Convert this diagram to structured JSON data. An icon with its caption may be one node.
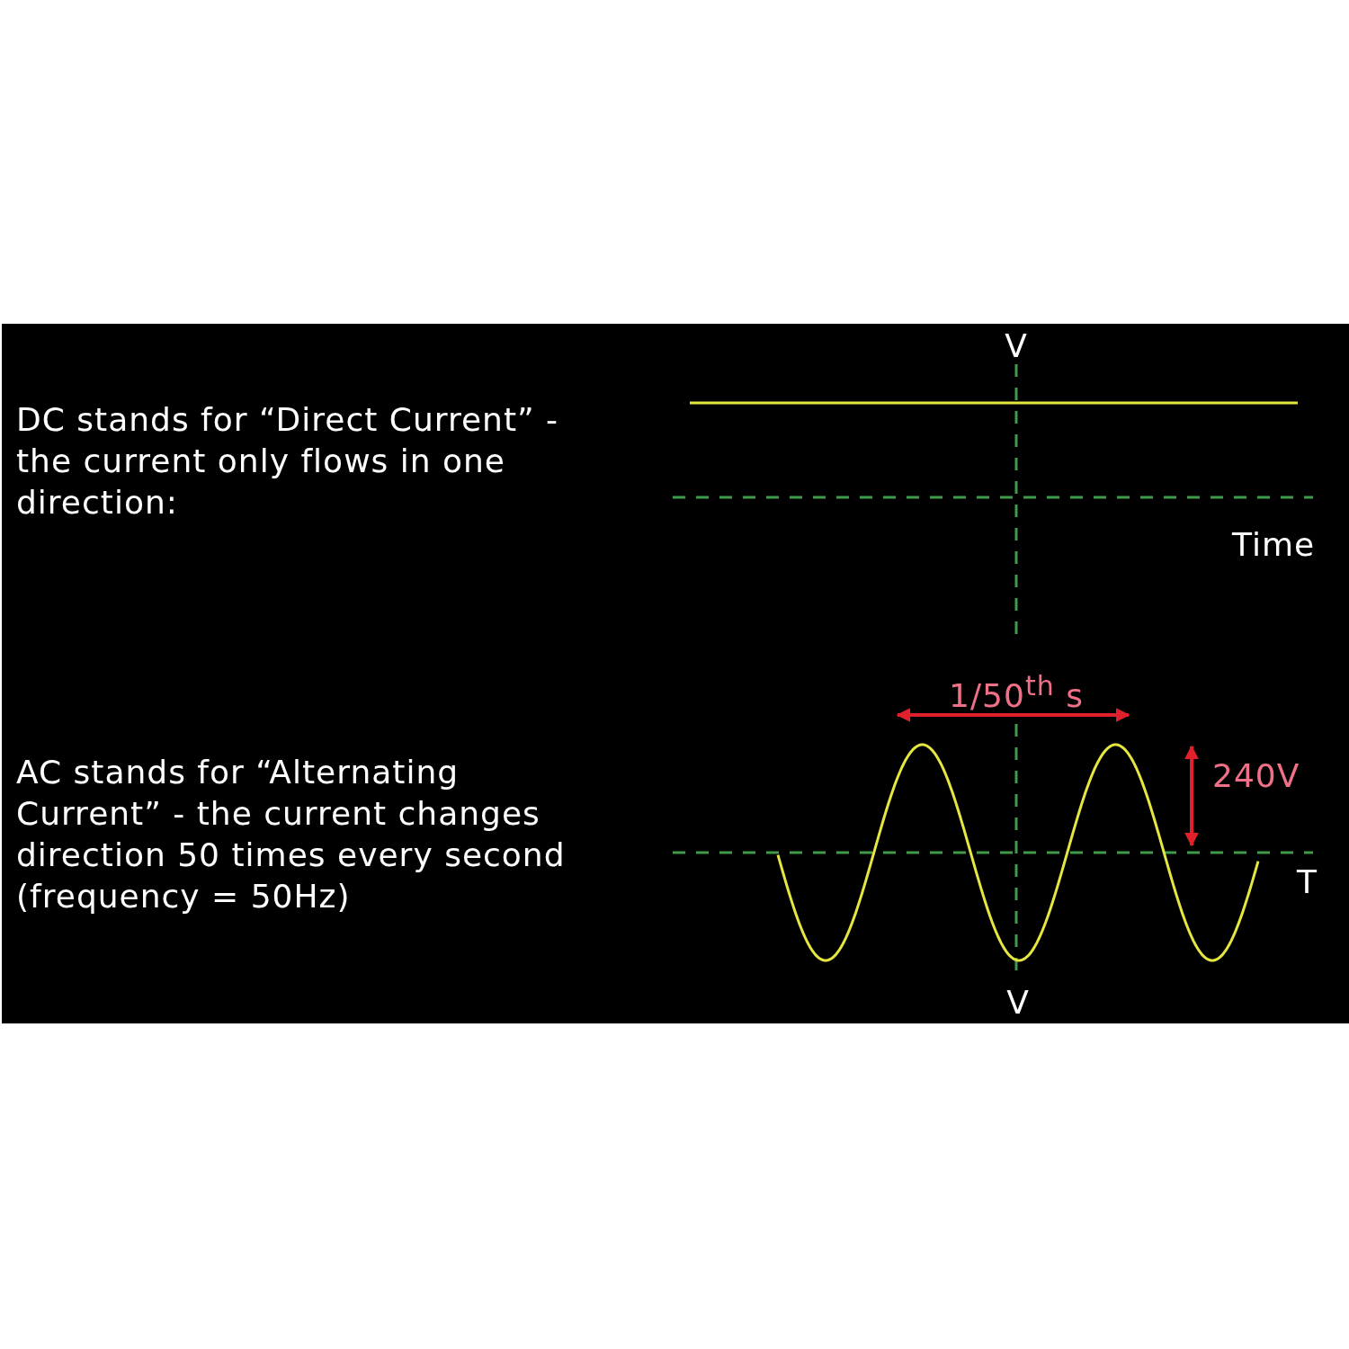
{
  "diagram": {
    "labels": [
      "V",
      "DC stands for “Direct Current” - the current only flows in one direction:",
      "Time",
      "1/50$^{th}$ s",
      "AC stands for “Alternating Current” - the current changes direction 50 times every second (frequency = 50Hz)",
      "240V",
      "T",
      "V"
    ]
  }
}
